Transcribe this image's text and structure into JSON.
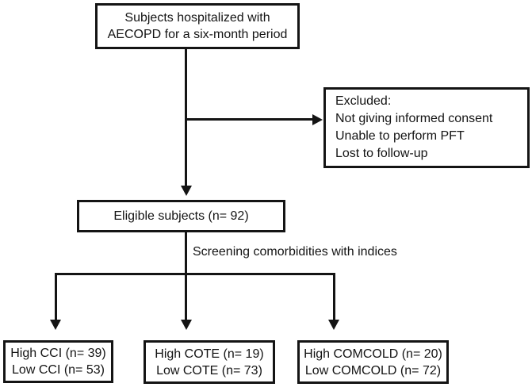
{
  "flowchart": {
    "top_box": {
      "line1": "Subjects hospitalized with",
      "line2": "AECOPD for a six-month period"
    },
    "excluded_box": {
      "title": "Excluded:",
      "items": [
        "Not giving informed consent",
        "Unable to perform PFT",
        "Lost to follow-up"
      ]
    },
    "eligible_box": {
      "label": "Eligible subjects (n= 92)"
    },
    "screening_label": "Screening comorbidities with indices",
    "outcome_boxes": [
      {
        "line1": "High CCI (n= 39)",
        "line2": "Low CCI (n= 53)"
      },
      {
        "line1": "High COTE (n= 19)",
        "line2": "Low COTE (n= 73)"
      },
      {
        "line1": "High COMCOLD (n= 20)",
        "line2": "Low COMCOLD (n= 72)"
      }
    ],
    "colors": {
      "line": "#141414",
      "background": "#ffffff"
    }
  }
}
